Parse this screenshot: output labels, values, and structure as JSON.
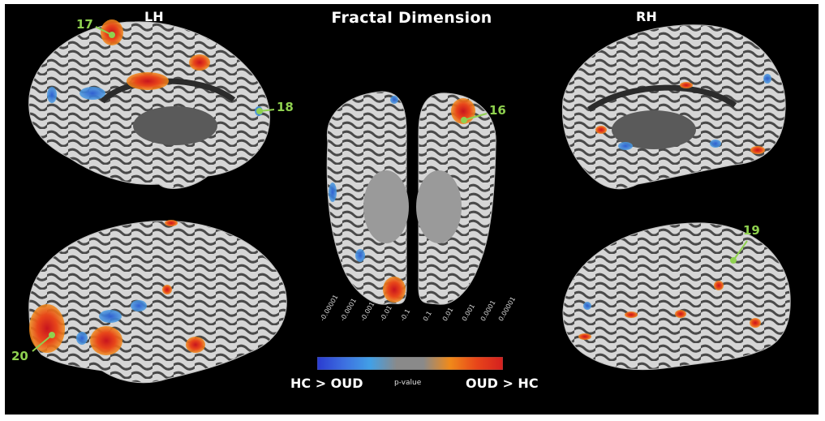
{
  "figure": {
    "title": "Fractal Dimension",
    "left_hemisphere_label": "LH",
    "right_hemisphere_label": "RH"
  },
  "annotations": [
    {
      "id": "17",
      "label": "17"
    },
    {
      "id": "18",
      "label": "18"
    },
    {
      "id": "16",
      "label": "16"
    },
    {
      "id": "19",
      "label": "19"
    },
    {
      "id": "20",
      "label": "20"
    }
  ],
  "colorbar": {
    "ticks": [
      "-0.00001",
      "-0.0001",
      "-0.001",
      "-0.01",
      "-0.1",
      "0.1",
      "0.01",
      "0.001",
      "0.0001",
      "0.00001"
    ],
    "axis_label": "p-value",
    "left_caption": "HC > OUD",
    "right_caption": "OUD > HC",
    "colors": [
      "#2a3bd0",
      "#3d6fe0",
      "#42a0e6",
      "#8a8a8a",
      "#8a8a8a",
      "#f08a1a",
      "#e8461a",
      "#d41f1f"
    ]
  },
  "colors": {
    "background": "#000000",
    "cortex": "#d9d9d9",
    "sulcus": "#454545",
    "label_green": "#8fd14f",
    "positive": "#e8461a",
    "negative": "#3a7bd5"
  }
}
